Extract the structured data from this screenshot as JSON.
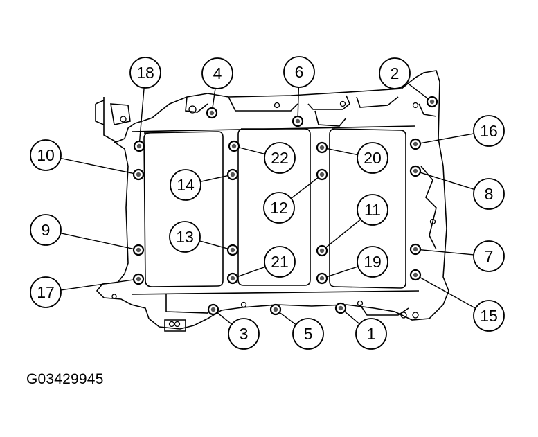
{
  "figure_id": "G03429945",
  "callouts": [
    {
      "label": "1"
    },
    {
      "label": "2"
    },
    {
      "label": "3"
    },
    {
      "label": "4"
    },
    {
      "label": "5"
    },
    {
      "label": "6"
    },
    {
      "label": "7"
    },
    {
      "label": "8"
    },
    {
      "label": "9"
    },
    {
      "label": "10"
    },
    {
      "label": "11"
    },
    {
      "label": "12"
    },
    {
      "label": "13"
    },
    {
      "label": "14"
    },
    {
      "label": "15"
    },
    {
      "label": "16"
    },
    {
      "label": "17"
    },
    {
      "label": "18"
    },
    {
      "label": "19"
    },
    {
      "label": "20"
    },
    {
      "label": "21"
    },
    {
      "label": "22"
    }
  ]
}
